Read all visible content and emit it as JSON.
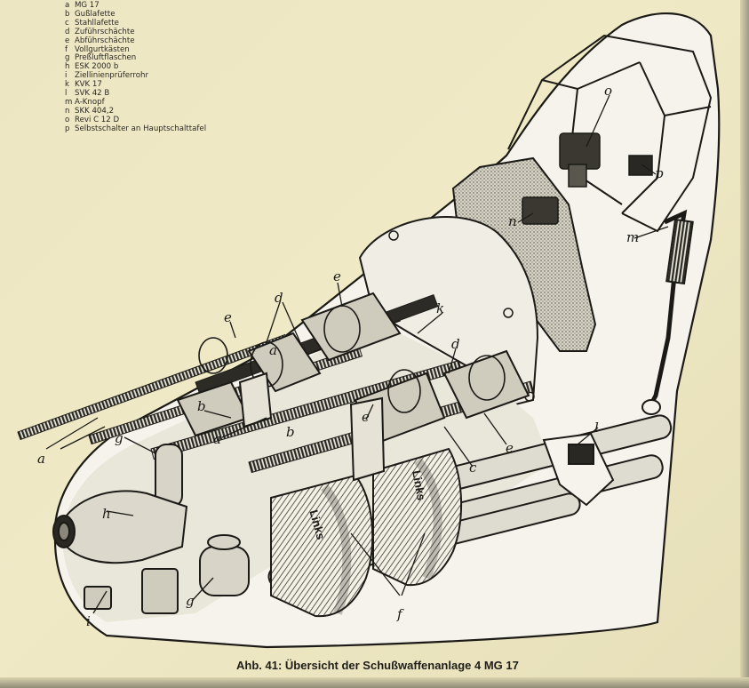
{
  "legend": [
    {
      "key": "a",
      "text": "MG 17"
    },
    {
      "key": "b",
      "text": "Gußlafette"
    },
    {
      "key": "c",
      "text": "Stahllafette"
    },
    {
      "key": "d",
      "text": "Zuführschächte"
    },
    {
      "key": "e",
      "text": "Abführschächte"
    },
    {
      "key": "f",
      "text": "Vollgurtkästen"
    },
    {
      "key": "g",
      "text": "Preßluftflaschen"
    },
    {
      "key": "h",
      "text": "ESK 2000 b"
    },
    {
      "key": "i",
      "text": "Ziellinienprüferrohr"
    },
    {
      "key": "k",
      "text": "KVK 17"
    },
    {
      "key": "l",
      "text": "SVK 42 B"
    },
    {
      "key": "m",
      "text": "A-Knopf"
    },
    {
      "key": "n",
      "text": "SKK 404,2"
    },
    {
      "key": "o",
      "text": "Revi C 12 D"
    },
    {
      "key": "p",
      "text": "Selbstschalter an Hauptschalttafel"
    }
  ],
  "labels": {
    "a1": "a",
    "a2": "a",
    "a3": "a",
    "b1": "b",
    "b2": "b",
    "c": "c",
    "d1": "d",
    "d2": "d",
    "e1": "e",
    "e2": "e",
    "e3": "e",
    "e4": "e",
    "f": "f",
    "g1": "g",
    "g2": "g",
    "h": "h",
    "i": "i",
    "k": "k",
    "l": "l",
    "m": "m",
    "n": "n",
    "o": "o",
    "p": "p"
  },
  "box_text": {
    "left": "Links",
    "right": "Links"
  },
  "caption": "Ahb. 41: Übersicht der Schußwaffenanlage 4 MG 17",
  "colors": {
    "paper": "#ece6c2",
    "ink": "#1b1a16",
    "fuselage": "#f4f2ea"
  }
}
